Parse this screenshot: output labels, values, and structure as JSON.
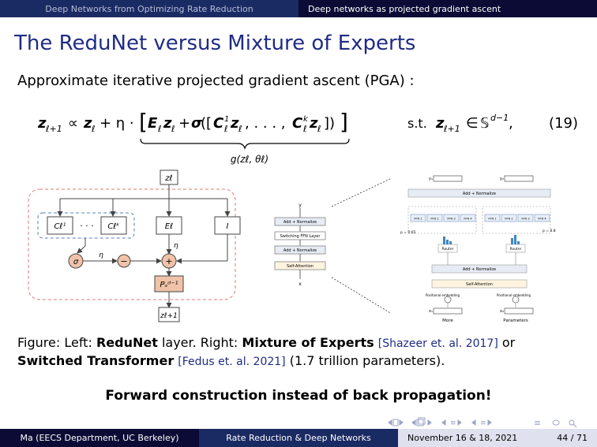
{
  "header": {
    "section_left": "Deep Networks from Optimizing Rate Reduction",
    "section_right": "Deep networks as projected gradient ascent"
  },
  "slide": {
    "title": "The ReduNet versus Mixture of Experts",
    "intro": "Approximate iterative projected gradient ascent (PGA) :",
    "equation_number": "(19)",
    "eq_st": "s.t.",
    "eq_underbrace": "g(zℓ, θℓ)"
  },
  "left_diagram": {
    "input": "zℓ",
    "output": "zℓ+1",
    "c1": "Cℓ¹",
    "dots": "· · ·",
    "ck": "Cℓᵏ",
    "e": "Eℓ",
    "i": "I",
    "sigma": "σ",
    "eta_left": "η",
    "eta_right": "η",
    "minus": "−",
    "plus": "+",
    "proj": "Pₛᵈ⁻¹"
  },
  "mid_diagram": {
    "y": "y",
    "x": "x",
    "add_norm_top": "Add + Normalize",
    "switch_ffn": "Switching FFN Layer",
    "add_norm_mid": "Add + Normalize",
    "self_attention": "Self-Attention"
  },
  "right_diagram": {
    "y1": "y₁",
    "y2": "y₂",
    "add_norm_top": "Add + Normalize",
    "ffn": [
      "FFN 1",
      "FFN 2",
      "FFN 3",
      "FFN 4"
    ],
    "p_left": "p = 0.65",
    "p_right": "p = 0.8",
    "router": "Router",
    "add_norm_mid": "Add + Normalize",
    "self_attention": "Self-Attention",
    "pos_emb": "Positional embedding",
    "x1": "x₁",
    "x2": "x₂",
    "word_left": "More",
    "word_right": "Parameters"
  },
  "caption": {
    "figure": "Figure:",
    "left": "Left:",
    "redunet": "ReduNet",
    "layer": "layer.",
    "right": "Right:",
    "moe": "Mixture of Experts",
    "cite1": "[Shazeer et. al. 2017]",
    "or": "or",
    "switched": "Switched Transformer",
    "cite2": "[Fedus et. al. 2021]",
    "params": "(1.7 trillion parameters)."
  },
  "emphasis": "Forward construction instead of back propagation!",
  "footer": {
    "author": "Ma (EECS Department, UC Berkeley)",
    "short_title": "Rate Reduction & Deep Networks",
    "date": "November 16 & 18, 2021",
    "page": "44 / 71"
  },
  "colors": {
    "title": "#1f2c85",
    "header_dark": "#0b0b35",
    "header_mid": "#1a2a62",
    "diagram_red": "#e07a7a",
    "diagram_blue": "#5a7fc2",
    "node_fill": "#f0c3a8",
    "router_blue": "#3f86c4"
  }
}
